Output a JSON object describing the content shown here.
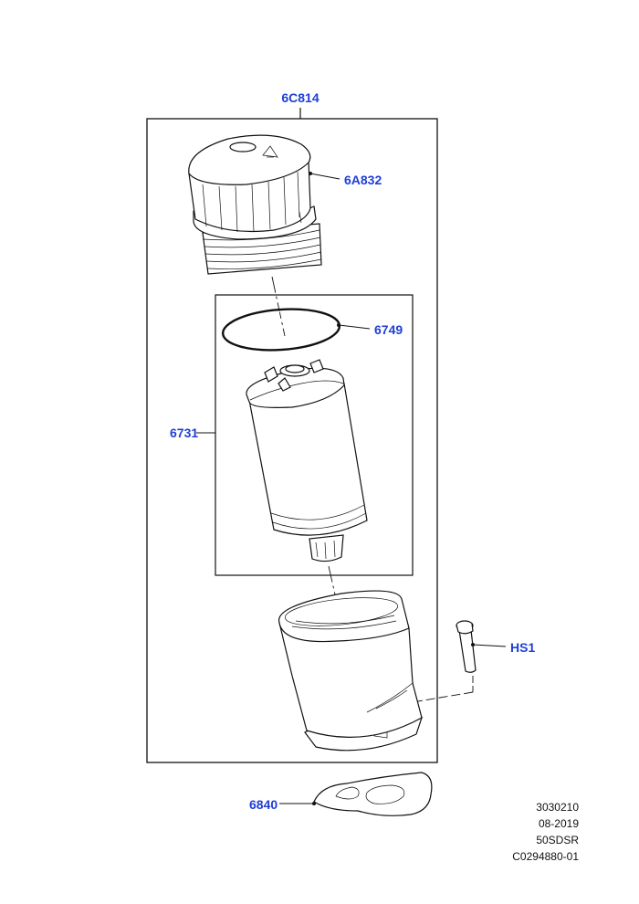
{
  "callouts": {
    "assembly": "6C814",
    "cap": "6A832",
    "o_ring": "6749",
    "element": "6731",
    "bolt": "HS1",
    "gasket": "6840"
  },
  "reference": {
    "line1": "3030210",
    "line2": "08-2019",
    "line3": "50SDSR",
    "line4": "C0294880-01"
  }
}
